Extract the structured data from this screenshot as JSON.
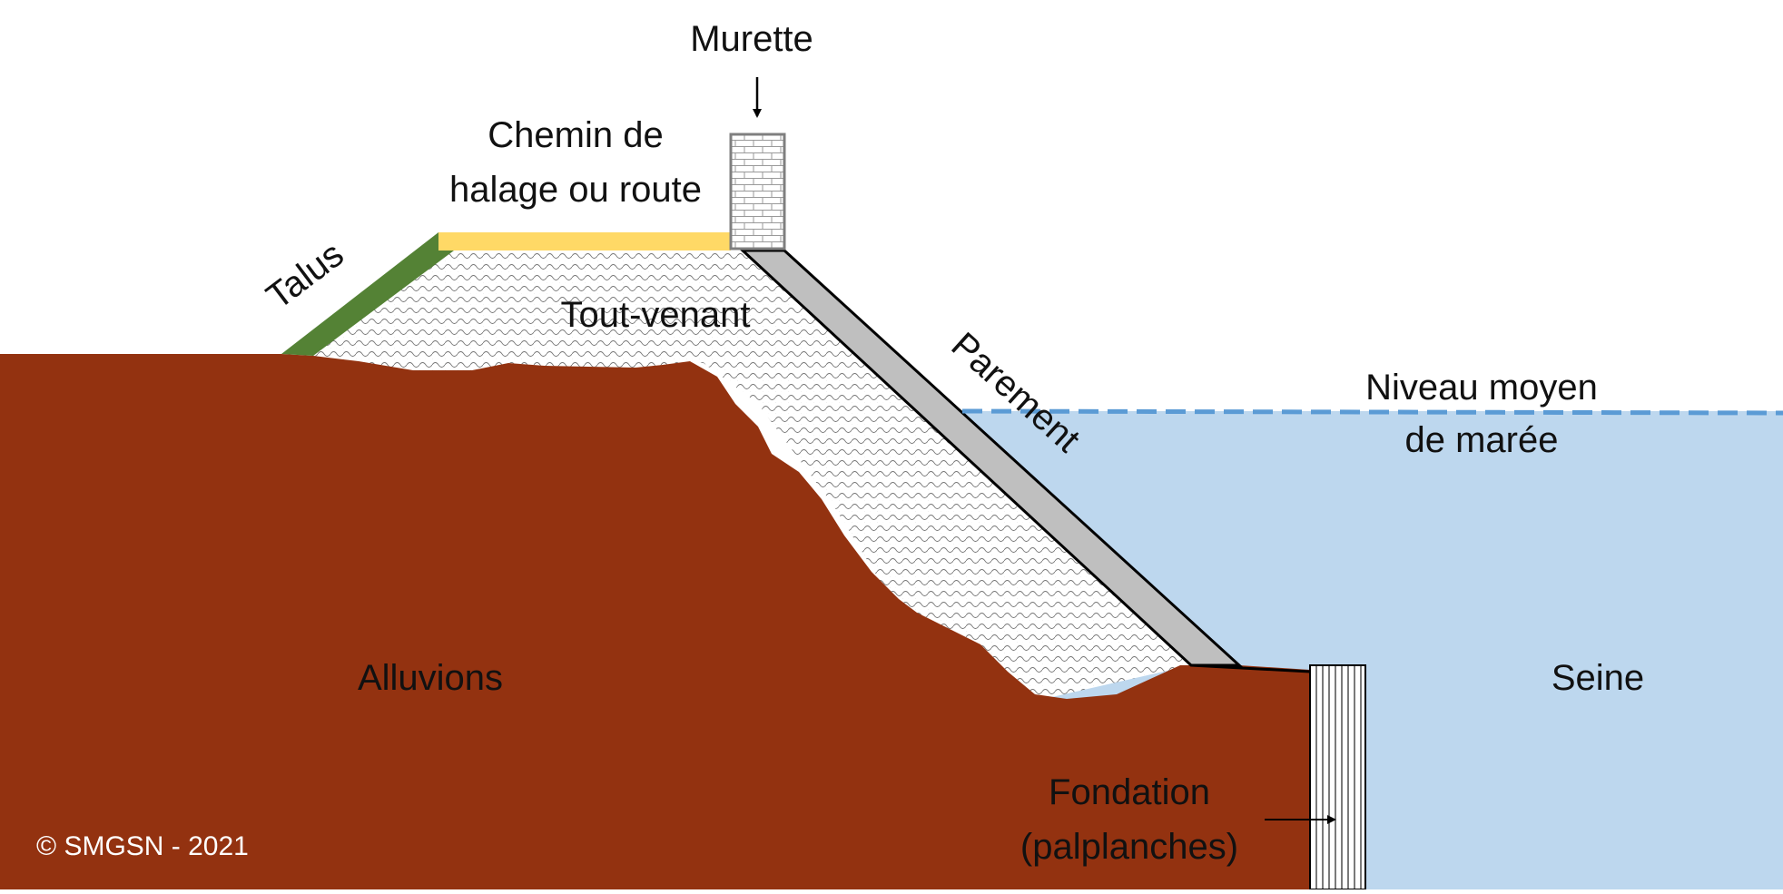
{
  "labels": {
    "murette": "Murette",
    "chemin_line1": "Chemin de",
    "chemin_line2": "halage ou route",
    "talus": "Talus",
    "tout_venant": "Tout-venant",
    "parement": "Parement",
    "niveau_line1": "Niveau moyen",
    "niveau_line2": "de marée",
    "alluvions": "Alluvions",
    "seine": "Seine",
    "fondation_line1": "Fondation",
    "fondation_line2": "(palplanches)",
    "copyright": "© SMGSN - 2021"
  },
  "colors": {
    "alluvions": "#933210",
    "water": "#bdd7ee",
    "water_level_line": "#5b9bd5",
    "talus": "#548235",
    "road": "#ffd966",
    "parement": "#bfbfbf",
    "murette_border": "#7f7f7f",
    "outline": "#000000"
  }
}
